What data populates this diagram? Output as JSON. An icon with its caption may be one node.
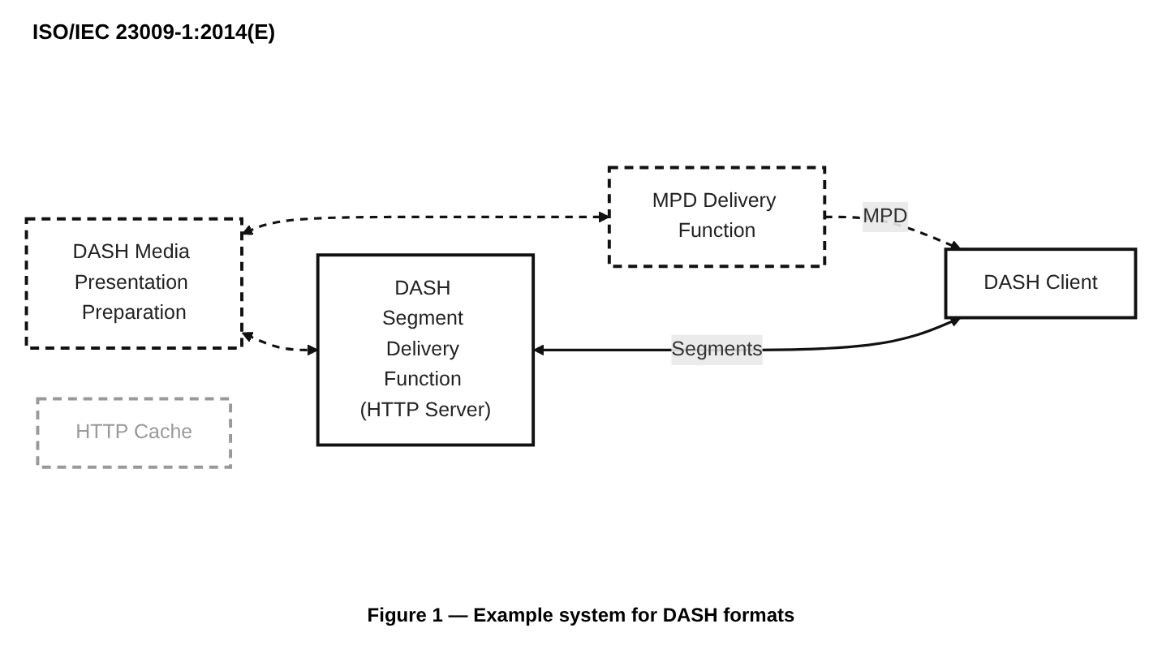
{
  "diagram": {
    "title": "ISO/IEC 23009-1:2014(E)",
    "caption": "Figure 1 — Example system for DASH formats",
    "nodes": [
      {
        "text": [
          "MPD Delivery Function"
        ]
      },
      {
        "text": [
          "DASH Media Presentation Preparation"
        ]
      },
      {
        "text": [
          "DASH Segment Delivery Function (HTTP Server)"
        ]
      },
      {
        "text": [
          "HTTP Cache"
        ]
      },
      {
        "text": [
          "DASH Client"
        ]
      }
    ],
    "edges": [
      {
        "from": 1,
        "to": 0,
        "arrow": "both",
        "style": "dashed"
      },
      {
        "from": 0,
        "to": 4,
        "arrow": "to",
        "style": "dashed",
        "label": "MPD"
      },
      {
        "from": 1,
        "to": 2,
        "arrow": "both",
        "style": "dashed"
      },
      {
        "from": 2,
        "to": 4,
        "arrow": "both",
        "label": "Segments"
      }
    ]
  }
}
